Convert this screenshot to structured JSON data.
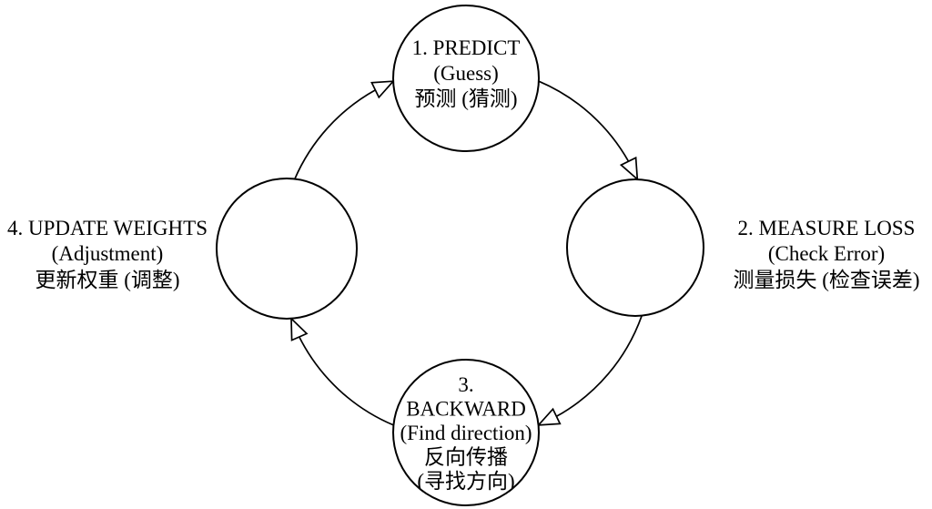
{
  "nodes": {
    "predict": {
      "lines": [
        "1. PREDICT",
        "(Guess)",
        "预测 (猜测)"
      ]
    },
    "measure_loss": {
      "lines": [
        "2. MEASURE LOSS",
        "(Check Error)",
        "测量损失 (检查误差)"
      ]
    },
    "backward": {
      "lines": [
        "3.",
        "BACKWARD",
        "(Find direction)",
        "反向传播",
        "(寻找方向)"
      ]
    },
    "update_weights": {
      "lines": [
        "4. UPDATE WEIGHTS",
        "(Adjustment)",
        "更新权重 (调整)"
      ]
    }
  },
  "colors": {
    "line": "#000000",
    "node_fill": "#ffffff",
    "background": "#ffffff"
  }
}
